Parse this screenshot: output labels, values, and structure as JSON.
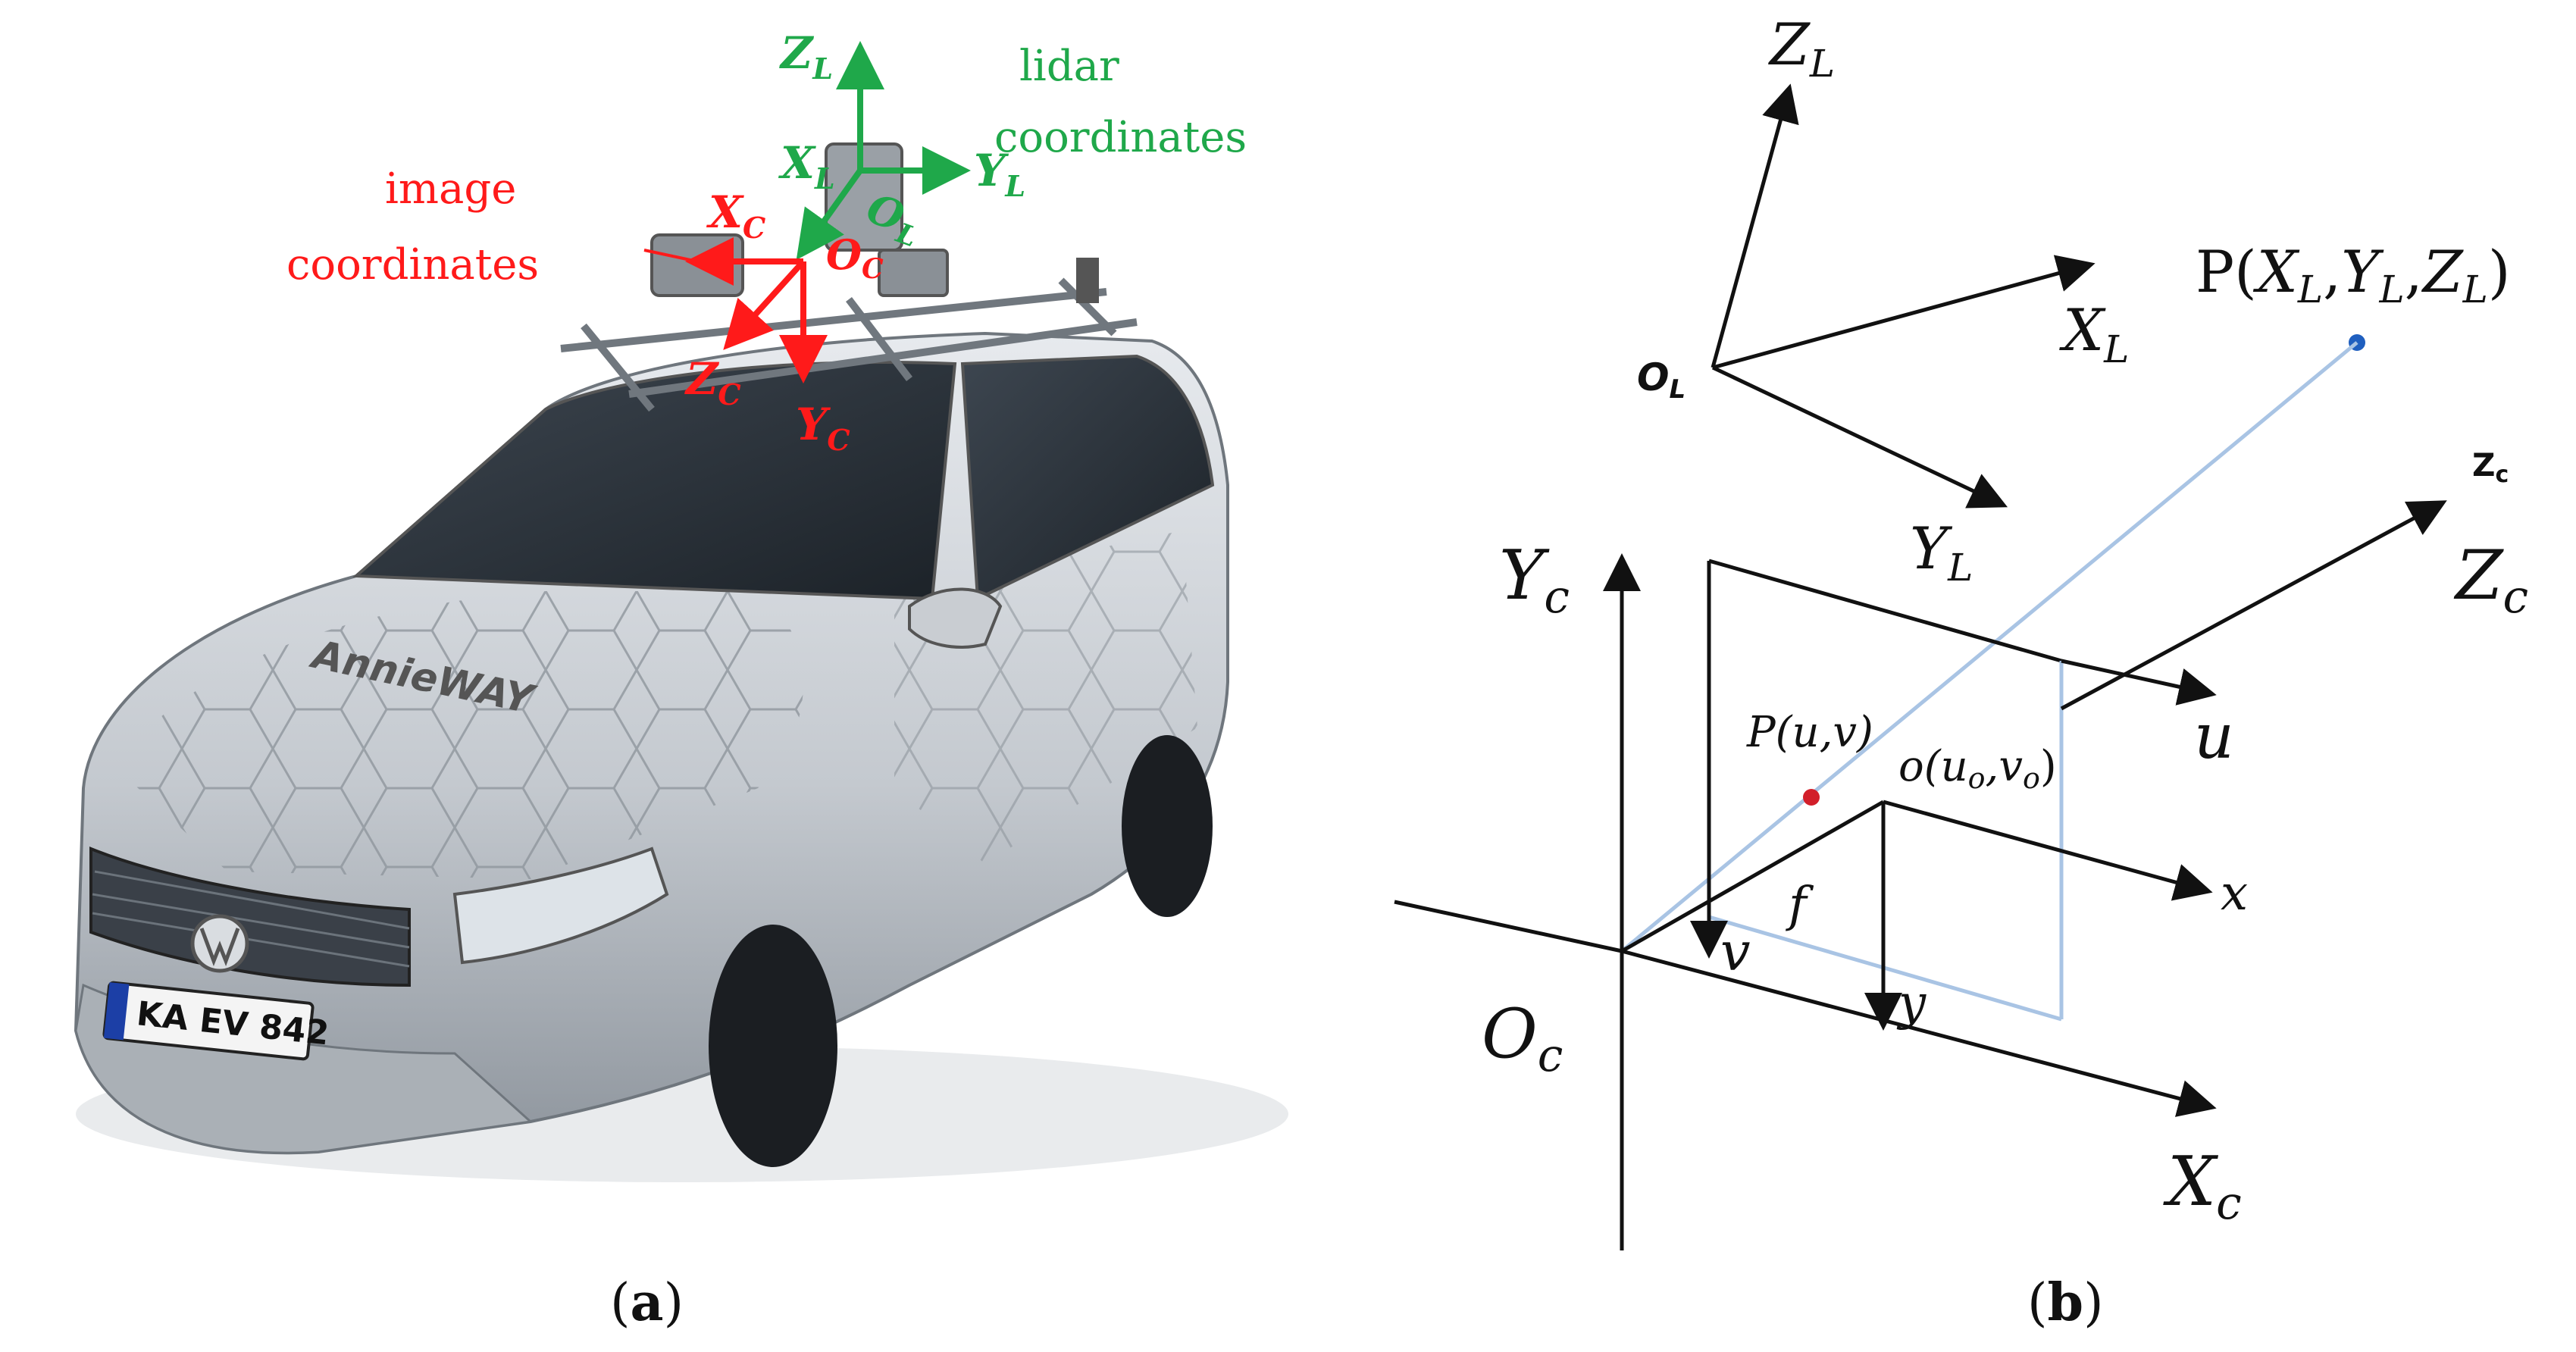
{
  "panel_a": {
    "caption_open": "(",
    "caption_letter": "a",
    "caption_close": ")",
    "image_coordinates_label_line1": "image",
    "image_coordinates_label_line2": "coordinates",
    "lidar_coordinates_label_line1": "lidar",
    "lidar_coordinates_label_line2": "coordinates",
    "car_brand_text": "AnnieWAY",
    "license_plate": "KA EV 842",
    "lidar_axes": {
      "z": "Z",
      "x": "X",
      "y": "Y",
      "o": "O",
      "sub": "L"
    },
    "camera_axes": {
      "x": "X",
      "y": "Y",
      "z": "Z",
      "o": "O",
      "sub": "C"
    }
  },
  "panel_b": {
    "caption_open": "(",
    "caption_letter": "b",
    "caption_close": ")",
    "lidar_origin": {
      "main": "O",
      "sub": "L"
    },
    "lidar_z": {
      "main": "Z",
      "sub": "L"
    },
    "lidar_x": {
      "main": "X",
      "sub": "L"
    },
    "lidar_y": {
      "main": "Y",
      "sub": "L"
    },
    "point_P_label": "P(X",
    "point_P_parts": [
      "P(",
      "X",
      "L",
      ",",
      "Y",
      "L",
      ",",
      "Z",
      "L",
      ")"
    ],
    "zc_small": {
      "main": "Z",
      "sub": "c"
    },
    "zc_large": {
      "main": "Z",
      "sub": "c"
    },
    "yc": {
      "main": "Y",
      "sub": "c"
    },
    "xc": {
      "main": "X",
      "sub": "c"
    },
    "oc": {
      "main": "O",
      "sub": "c"
    },
    "u_label": "u",
    "v_label": "v",
    "x_label": "x",
    "y_label": "y",
    "f_label": "f",
    "p_uv_label": "P(u,v)",
    "o_label_parts": [
      "o(u",
      "o",
      ",v",
      "o",
      ")"
    ]
  },
  "colors": {
    "camera_red": "#ff1a1a",
    "lidar_green": "#1fa84a",
    "axis_black": "#111111",
    "ray_blue": "#a9c4e4",
    "point_blue": "#1f5fbf",
    "point_red": "#d21f2a",
    "car_body": "#c7ccd1"
  }
}
